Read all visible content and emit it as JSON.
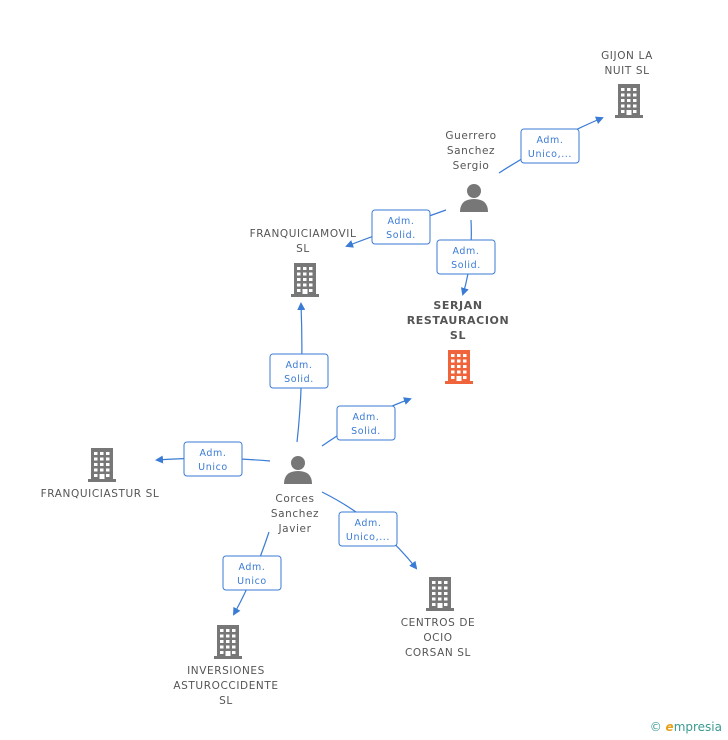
{
  "diagram": {
    "nodes": [
      {
        "id": "gijon",
        "type": "company",
        "label_lines": [
          "GIJON LA",
          "NUIT SL"
        ],
        "highlight": false
      },
      {
        "id": "guerrero",
        "type": "person",
        "label_lines": [
          "Guerrero",
          "Sanchez",
          "Sergio"
        ]
      },
      {
        "id": "franquiciamovil",
        "type": "company",
        "label_lines": [
          "FRANQUICIAMOVIL",
          "SL"
        ],
        "highlight": false
      },
      {
        "id": "serjan",
        "type": "company",
        "label_lines": [
          "SERJAN",
          "RESTAURACION",
          "SL"
        ],
        "highlight": true
      },
      {
        "id": "corces",
        "type": "person",
        "label_lines": [
          "Corces",
          "Sanchez",
          "Javier"
        ]
      },
      {
        "id": "franquiciastur",
        "type": "company",
        "label_lines": [
          "FRANQUICIASTUR SL"
        ],
        "highlight": false
      },
      {
        "id": "centros",
        "type": "company",
        "label_lines": [
          "CENTROS DE",
          "OCIO",
          "CORSAN SL"
        ],
        "highlight": false
      },
      {
        "id": "inversiones",
        "type": "company",
        "label_lines": [
          "INVERSIONES",
          "ASTUROCCIDENTE",
          "SL"
        ],
        "highlight": false
      }
    ],
    "edges": [
      {
        "from": "guerrero",
        "to": "gijon",
        "label_lines": [
          "Adm.",
          "Unico,..."
        ]
      },
      {
        "from": "guerrero",
        "to": "franquiciamovil",
        "label_lines": [
          "Adm.",
          "Solid."
        ]
      },
      {
        "from": "guerrero",
        "to": "serjan",
        "label_lines": [
          "Adm.",
          "Solid."
        ]
      },
      {
        "from": "corces",
        "to": "franquiciamovil",
        "label_lines": [
          "Adm.",
          "Solid."
        ]
      },
      {
        "from": "corces",
        "to": "serjan",
        "label_lines": [
          "Adm.",
          "Solid."
        ]
      },
      {
        "from": "corces",
        "to": "franquiciastur",
        "label_lines": [
          "Adm.",
          "Unico"
        ]
      },
      {
        "from": "corces",
        "to": "centros",
        "label_lines": [
          "Adm.",
          "Unico,..."
        ]
      },
      {
        "from": "corces",
        "to": "inversiones",
        "label_lines": [
          "Adm.",
          "Unico"
        ]
      }
    ],
    "colors": {
      "company": "#777777",
      "highlight": "#f0643c",
      "person": "#777777",
      "edge": "#3a7bd5",
      "label": "#555555"
    }
  },
  "watermark": {
    "symbol": "©",
    "brand_initial": "e",
    "brand_rest": "mpresia"
  }
}
